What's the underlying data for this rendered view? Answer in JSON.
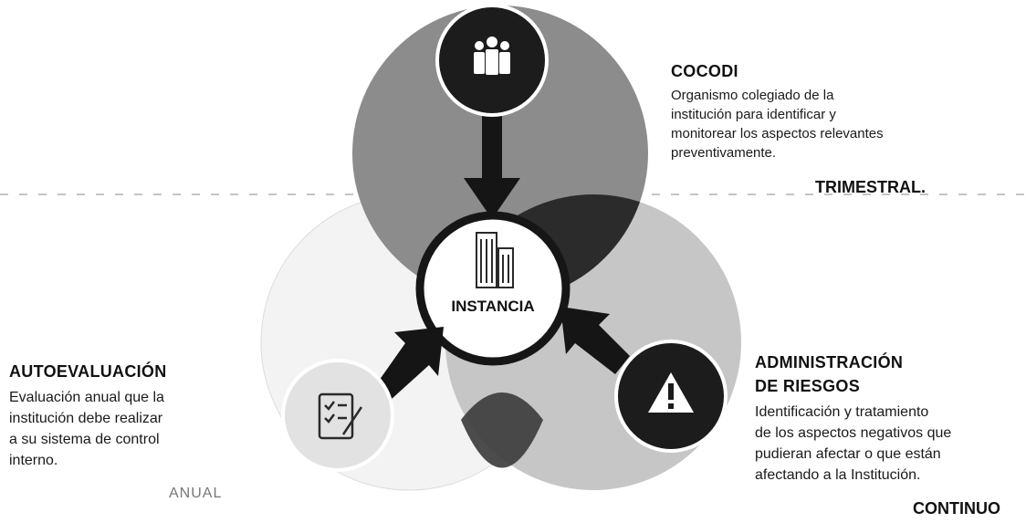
{
  "center": {
    "label": "INSTANCIA",
    "icon": "buildings-icon"
  },
  "cocodi": {
    "title": "COCODI",
    "description": [
      "Organismo colegiado de la",
      "institución para identificar y",
      "monitorear los aspectos relevantes",
      "preventivamente."
    ],
    "frequency": "TRIMESTRAL.",
    "icon": "people-group-icon"
  },
  "autoevaluacion": {
    "title": "AUTOEVALUACIÓN",
    "description": [
      "Evaluación anual que la",
      "institución debe realizar",
      "a su sistema de control",
      "interno."
    ],
    "frequency": "ANUAL",
    "icon": "checklist-icon"
  },
  "riesgos": {
    "title": [
      "ADMINISTRACIÓN",
      "DE RIESGOS"
    ],
    "description": [
      "Identificación y tratamiento",
      "de los aspectos negativos que",
      "pudieran afectar o que están",
      "afectando a la Institución."
    ],
    "frequency": "CONTINUO",
    "icon": "warning-triangle-icon"
  },
  "colors": {
    "dark": "#1c1c1c",
    "top_circle": "#8f8f8f",
    "right_circle": "#c4c4c4",
    "left_circle": "#f2f2f2",
    "overlap": "#2a2a2a"
  }
}
